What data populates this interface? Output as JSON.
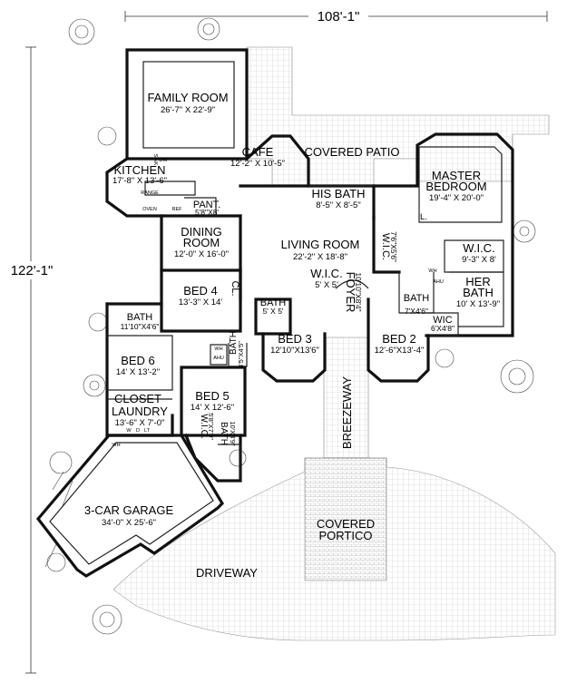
{
  "dimensions": {
    "width_label": "108'-1\"",
    "depth_label": "122'-1\""
  },
  "rooms": {
    "family_room": {
      "name": "FAMILY ROOM",
      "size": "26'-7\" X 22'-9\""
    },
    "cafe": {
      "name": "CAFE",
      "size": "12'-2\" X 10'-5\""
    },
    "covered_patio": {
      "name": "COVERED PATIO"
    },
    "master_bedroom": {
      "name1": "MASTER",
      "name2": "BEDROOM",
      "size": "19'-4\" X 20'-0\""
    },
    "kitchen": {
      "name": "KITCHEN",
      "size": "17'-8\" X 13'-6\""
    },
    "pantry": {
      "name": "PANT.",
      "size": "5'8\"X8'"
    },
    "his_bath": {
      "name": "HIS BATH",
      "size": "8'-5\" X 8'-5\""
    },
    "dining_room": {
      "name1": "DINING",
      "name2": "ROOM",
      "size": "12'-0\" X 16'-0\""
    },
    "living_room": {
      "name": "LIVING ROOM",
      "size": "22'-2\" X 18'-8\""
    },
    "wic_master_left": {
      "name": "W.I.C.",
      "size": "7'6\"X5'6\""
    },
    "wic_master_right": {
      "name": "W.I.C.",
      "size": "9'-3\" X 8'"
    },
    "her_bath": {
      "name1": "HER",
      "name2": "BATH",
      "size": "10' X 13'-9\""
    },
    "bed4": {
      "name": "BED 4",
      "size": "13'-3\" X 14'"
    },
    "closet_cl": {
      "name": "CL."
    },
    "wic_center": {
      "name": "W.I.C.",
      "size": "5' X 5'"
    },
    "bath_center": {
      "name": "BATH",
      "size": "5' X 5'"
    },
    "foyer": {
      "name": "FOYER",
      "size": "10'10\"X8'4\""
    },
    "bath_bed2": {
      "name": "BATH",
      "size": "7'X4'6\""
    },
    "wic_small": {
      "name": "WIC",
      "size": "6'X4'8\""
    },
    "bath_bed6": {
      "name": "BATH",
      "size": "11'10\"X4'6\""
    },
    "bed6": {
      "name": "BED 6",
      "size": "14' X 13'-2\""
    },
    "bed3": {
      "name": "BED 3",
      "size": "12'10\"X13'6\""
    },
    "bed2": {
      "name": "BED 2",
      "size": "12'-6\"X13'-4\""
    },
    "bath_small_vertical": {
      "name": "BATH",
      "size": "4'5\"X4'5\""
    },
    "closet": {
      "name": "CLOSET"
    },
    "laundry": {
      "name": "LAUNDRY",
      "size": "13'-6\" X 7'-0\""
    },
    "bed5": {
      "name": "BED 5",
      "size": "14' X 12'-6\""
    },
    "wic_bed5": {
      "name": "W.I.C.",
      "size": "5'8\"X7'9\""
    },
    "bath_bed5": {
      "name": "BATH",
      "size": "10'X3'9\""
    },
    "breezeway": {
      "name": "BREEZEWAY"
    },
    "garage": {
      "name": "3-CAR GARAGE",
      "size": "34'-0\" X 25'-6\""
    },
    "portico": {
      "name1": "COVERED",
      "name2": "PORTICO"
    },
    "driveway": {
      "name": "DRIVEWAY"
    }
  },
  "fixtures": {
    "sink": "SINK",
    "dw": "DW",
    "range": "RANGE",
    "oven": "OVEN",
    "ref": "REF",
    "wh": "WH",
    "ahu": "AHU",
    "l": "L.",
    "wh2": "WH",
    "d": "D",
    "lt": "LT",
    "w": "W"
  }
}
